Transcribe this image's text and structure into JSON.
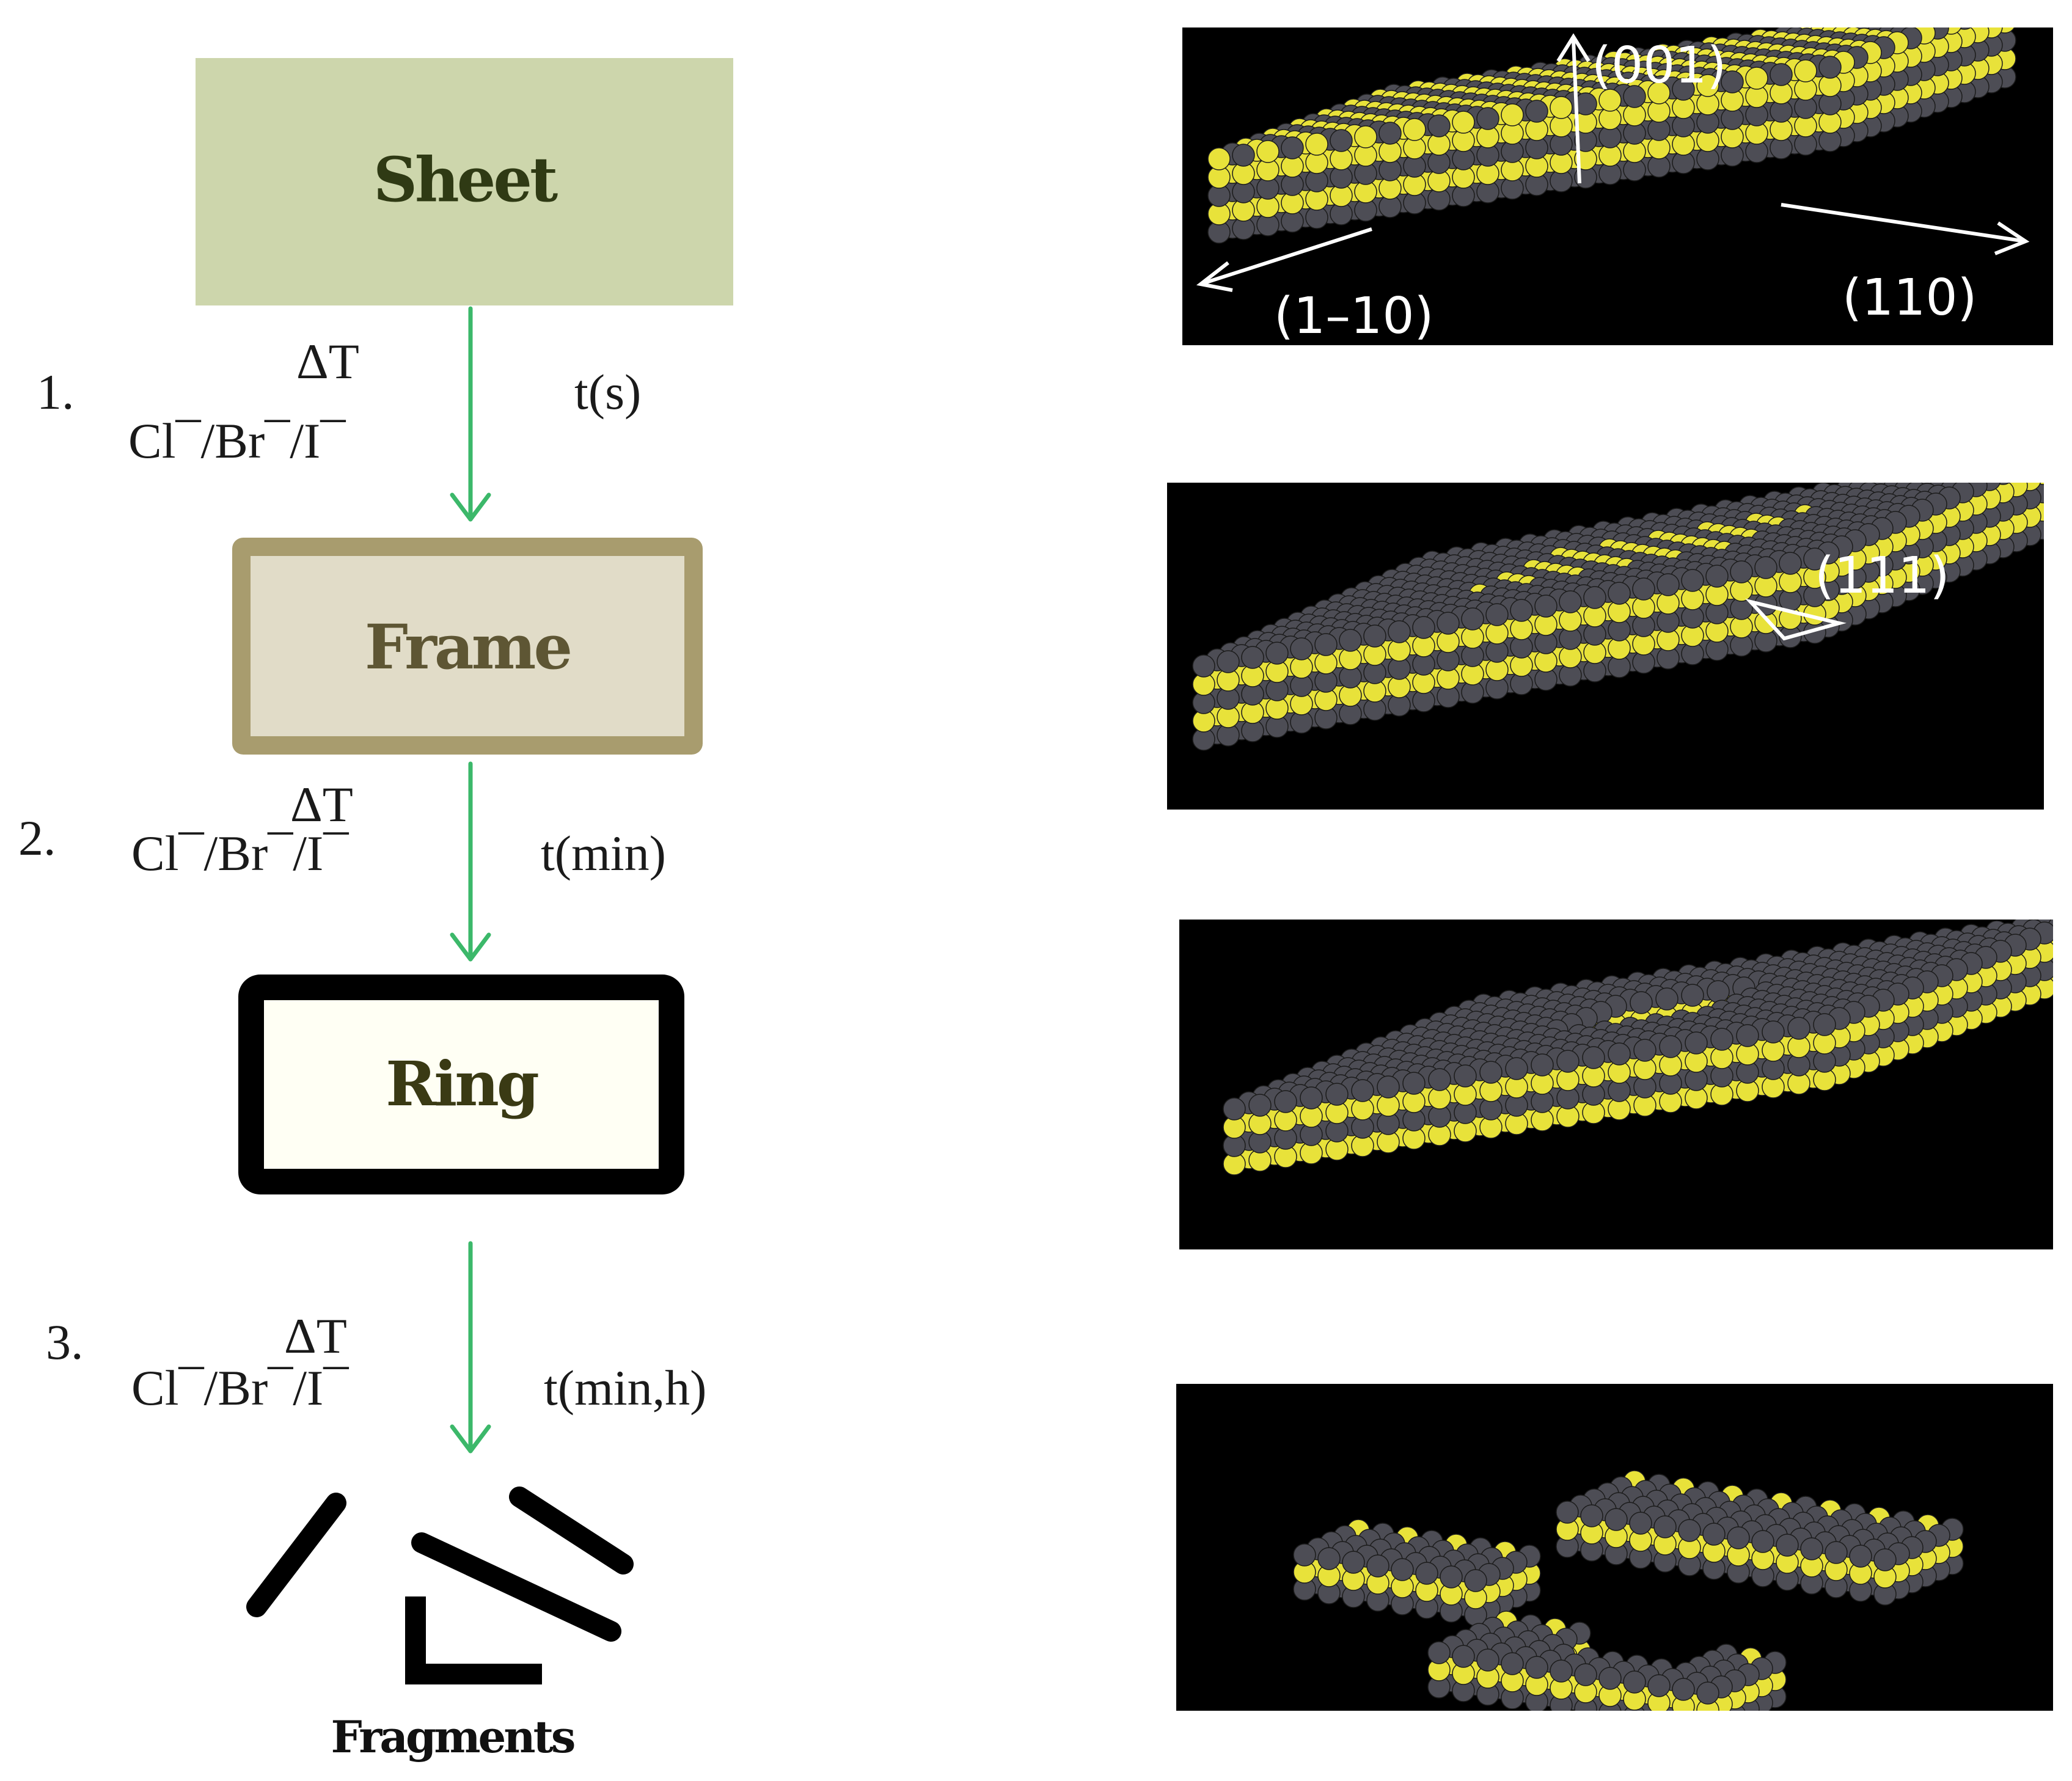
{
  "stages": {
    "sheet": "Sheet",
    "frame": "Frame",
    "ring": "Ring",
    "fragments": "Fragments"
  },
  "steps": [
    {
      "num": "1.",
      "delta": "ΔT",
      "ions": "Cl¯/Br¯/I¯",
      "time": "t(s)"
    },
    {
      "num": "2.",
      "delta": "ΔT",
      "ions": "Cl¯/Br¯/I¯",
      "time": "t(min)"
    },
    {
      "num": "3.",
      "delta": "ΔT",
      "ions": "Cl¯/Br¯/I¯",
      "time": "t(min,h)"
    }
  ],
  "facets": {
    "top": "(001)",
    "left": "(1–10)",
    "right": "(110)",
    "edge": "(111)"
  },
  "colors": {
    "sheet_fill": "#cdd6ac",
    "frame_border": "#a89c6e",
    "frame_fill": "#e1dcc8",
    "ring_border": "#000000",
    "ring_fill": "#fffff4",
    "arrow": "#3cb86a",
    "atom_gray": "#4d4d55",
    "atom_yellow": "#e8e23a"
  }
}
